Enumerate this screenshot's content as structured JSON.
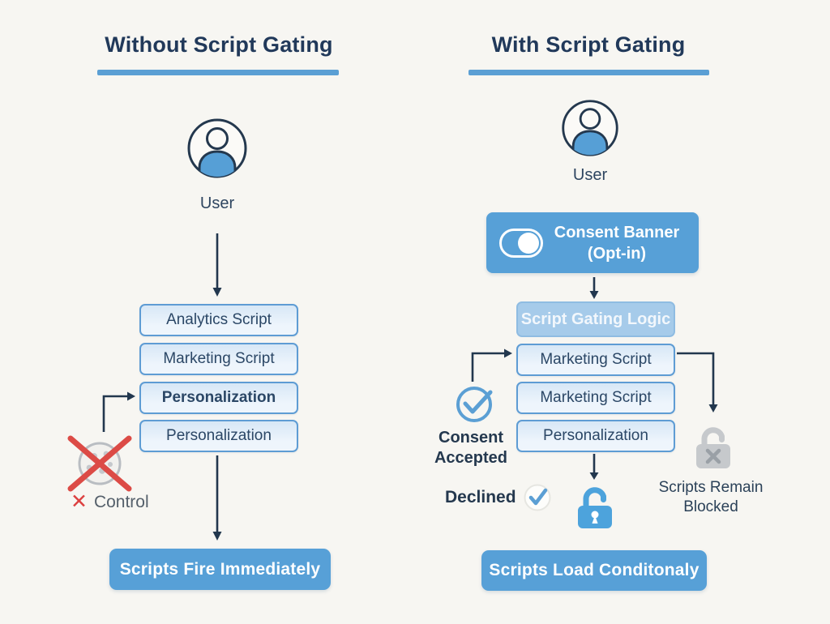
{
  "colors": {
    "accent_blue": "#57a0d7",
    "light_box_fill": "#e3eefa",
    "box_border": "#5e9cd4",
    "gating_fill": "#a6cbea",
    "navy_text": "#21395a",
    "arrow": "#22374e",
    "error_red": "#dc4b46",
    "blocked_gray": "#c6c9cc",
    "lock_blue": "#4da3dc"
  },
  "left": {
    "title": "Without Script Gating",
    "user_label": "User",
    "boxes": [
      "Analytics Script",
      "Marketing Script",
      "Personalization",
      "Personalization"
    ],
    "control_x": "✕",
    "control_label": "Control",
    "result_banner": "Scripts Fire Immediately"
  },
  "right": {
    "title": "With Script Gating",
    "user_label": "User",
    "consent_banner_line1": "Consent Banner",
    "consent_banner_line2": "(Opt-in)",
    "gating_box": "Script Gating Logic",
    "boxes": [
      "Marketing Script",
      "Marketing Script",
      "Personalization"
    ],
    "consent_accepted_line1": "Consent",
    "consent_accepted_line2": "Accepted",
    "declined_label": "Declined",
    "blocked_line1": "Scripts Remain",
    "blocked_line2": "Blocked",
    "result_banner": "Scripts Load Conditonaly"
  }
}
